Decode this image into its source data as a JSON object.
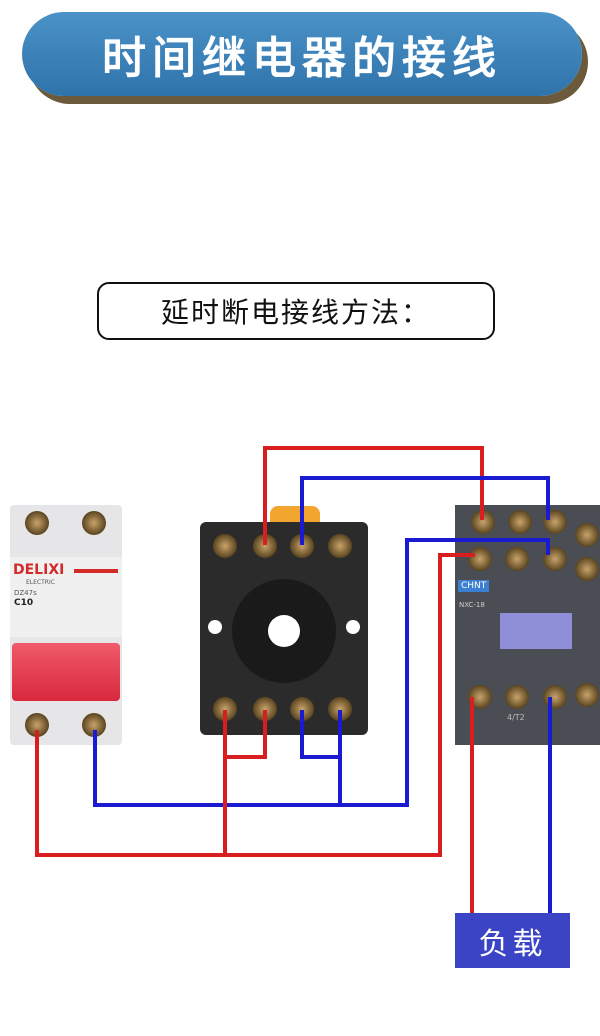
{
  "title": "时间继电器的接线",
  "subtitle": "延时断电接线方法：",
  "breaker": {
    "brand": "DELIXI",
    "brand_sub": "ELECTRIC",
    "model": "DZ47s",
    "rating": "C10"
  },
  "contactor": {
    "brand": "CHNT",
    "model": "NXC-18",
    "terminal_label": "4/T2"
  },
  "load_label": "负载",
  "colors": {
    "banner": "#3a7fb5",
    "live_wire": "#d81e1e",
    "neutral_wire": "#1a1ad0",
    "load_box": "#3b44c4"
  }
}
